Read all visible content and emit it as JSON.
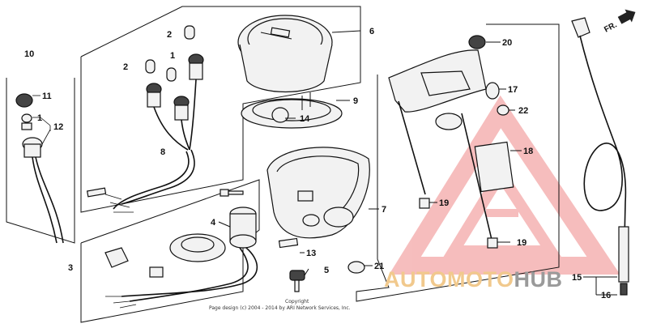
{
  "callouts": {
    "c1": "1",
    "c1b": "1",
    "c2": "2",
    "c2b": "2",
    "c3": "3",
    "c4": "4",
    "c5": "5",
    "c6": "6",
    "c7": "7",
    "c8": "8",
    "c9": "9",
    "c10": "10",
    "c11": "11",
    "c12": "12",
    "c13": "13",
    "c14": "14",
    "c15": "15",
    "c16": "16",
    "c17": "17",
    "c18": "18",
    "c19": "19",
    "c19b": "19",
    "c20": "20",
    "c21": "21",
    "c22": "22"
  },
  "direction_label": "FR.",
  "copyright": {
    "line1": "Copyright",
    "line2": "Page design (c) 2004 - 2014 by ARI Network Services, Inc."
  },
  "watermark": {
    "part1": "AUTOMOTO",
    "part2": "HUB",
    "color_primary": "#f3a8a8",
    "color_secondary": "#f1c98d",
    "color_dark": "#9a9a9a"
  }
}
